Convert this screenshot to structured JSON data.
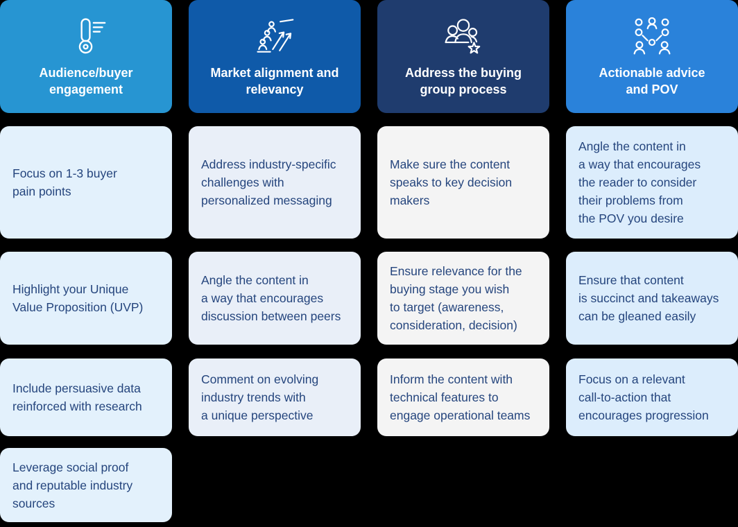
{
  "page": {
    "background": "#000000",
    "card_text_color": "#25457d",
    "header_text_color": "#ffffff"
  },
  "columns": [
    {
      "header": {
        "title": "Audience/buyer\nengagement",
        "icon": "thermometer-icon",
        "bg": "#2795d2"
      },
      "card_bg": "#e3f1fc",
      "cards": [
        {
          "text": "Focus on 1-3 buyer\npain points"
        },
        {
          "text": "Highlight your Unique\nValue Proposition (UVP)"
        },
        {
          "text": "Include persuasive data\nreinforced with research"
        },
        {
          "text": "Leverage social proof\nand reputable industry\nsources"
        }
      ]
    },
    {
      "header": {
        "title": "Market alignment and\nrelevancy",
        "icon": "growth-stairs-icon",
        "bg": "#0f5aa9"
      },
      "card_bg": "#e9eff8",
      "cards": [
        {
          "text": "Address industry-specific\nchallenges with\npersonalized messaging"
        },
        {
          "text": "Angle the content in\na way that encourages\ndiscussion between peers"
        },
        {
          "text": "Comment on evolving\nindustry trends with\na unique perspective"
        }
      ]
    },
    {
      "header": {
        "title": "Address the buying\ngroup process",
        "icon": "buying-group-star-icon",
        "bg": "#1f3c6e"
      },
      "card_bg": "#f4f4f4",
      "cards": [
        {
          "text": "Make sure the content\nspeaks to key decision\nmakers"
        },
        {
          "text": "Ensure relevance for the\nbuying stage you wish\nto target (awareness,\nconsideration, decision)"
        },
        {
          "text": "Inform the content with\ntechnical features to\nengage operational teams"
        }
      ]
    },
    {
      "header": {
        "title": "Actionable advice\nand POV",
        "icon": "people-network-icon",
        "bg": "#2a82da"
      },
      "card_bg": "#dcedfc",
      "cards": [
        {
          "text": "Angle the content in\na way that encourages\nthe reader to consider\ntheir problems from\nthe POV you desire"
        },
        {
          "text": "Ensure that content\nis succinct and takeaways\ncan be gleaned easily"
        },
        {
          "text": "Focus on a relevant\ncall-to-action that\nencourages progression"
        }
      ]
    }
  ]
}
